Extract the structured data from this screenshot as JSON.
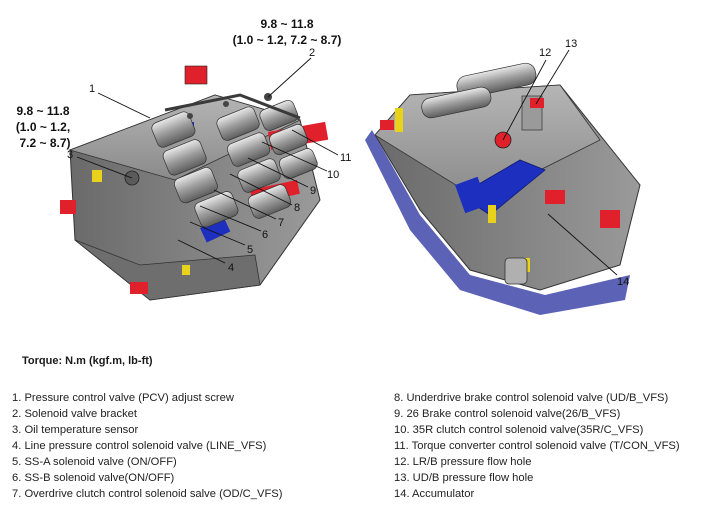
{
  "torque_spec_top": {
    "line1": "9.8 ~ 11.8",
    "line2": "(1.0 ~ 1.2, 7.2 ~ 8.7)"
  },
  "torque_spec_left": {
    "line1": "9.8 ~ 11.8",
    "line2": "(1.0 ~ 1.2,",
    "line3": "7.2 ~ 8.7)"
  },
  "torque_caption": "Torque: N.m (kgf.m, lb-ft)",
  "callouts": [
    "1",
    "2",
    "3",
    "4",
    "5",
    "6",
    "7",
    "8",
    "9",
    "10",
    "11",
    "12",
    "13",
    "14"
  ],
  "legend": {
    "left": [
      "1. Pressure control valve (PCV) adjust screw",
      "2. Solenoid valve bracket",
      "3. Oil temperature sensor",
      "4. Line pressure control solenoid valve (LINE_VFS)",
      "5. SS-A solenoid valve (ON/OFF)",
      "6. SS-B solenoid valve(ON/OFF)",
      "7. Overdrive clutch control solenoid salve (OD/C_VFS)"
    ],
    "right": [
      "8. Underdrive brake control solenoid valve (UD/B_VFS)",
      "9. 26 Brake control solenoid valve(26/B_VFS)",
      "10. 35R clutch control solenoid valve(35R/C_VFS)",
      "11. Torque converter control solenoid valve (T/CON_VFS)",
      "12. LR/B pressure flow hole",
      "13. UD/B pressure flow hole",
      "14. Accumulator"
    ]
  },
  "colors": {
    "body": "#8d8d8d",
    "red": "#e0202a",
    "blue": "#1d2fbf",
    "yellow": "#e8d21c",
    "dark": "#4a4a4a"
  }
}
